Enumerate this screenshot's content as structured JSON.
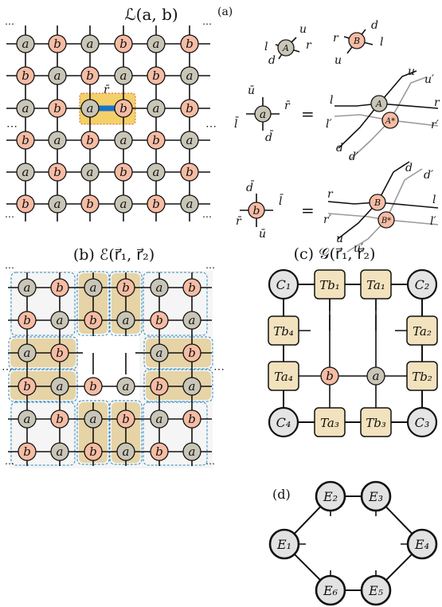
{
  "panelA": {
    "title": "ℒ(a, b)",
    "tag": "(a)",
    "cellA": "a",
    "cellB": "b",
    "rbar": "r̄",
    "tensorA": "A",
    "tensorB": "B",
    "tensorAstar": "A*",
    "tensorBstar": "B*",
    "legsA": {
      "u": "u",
      "r": "r",
      "l": "l",
      "d": "d"
    },
    "legsB": {
      "d": "d",
      "r": "r",
      "l": "l",
      "u": "u"
    },
    "eqA": {
      "ubar": "ū",
      "rbar": "r̄",
      "lbar": "l̄",
      "dbar": "d̄",
      "node": "a",
      "eq": "=",
      "l": "l",
      "lp": "l′",
      "u": "u",
      "up": "u′",
      "r": "r",
      "rp": "r′",
      "d": "d",
      "dp": "d′"
    },
    "eqB": {
      "dbar": "d̄",
      "lbar": "l̄",
      "rbar": "r̄",
      "ubar": "ū",
      "node": "b",
      "eq": "=",
      "r": "r",
      "rp": "r′",
      "d": "d",
      "dp": "d′",
      "l": "l",
      "lp": "l′",
      "u": "u",
      "up": "u′"
    }
  },
  "panelB": {
    "title": "(b) ℰ(r⃗₁, r⃗₂)"
  },
  "panelC": {
    "title": "(c) 𝒢(r⃗₁, r⃗₂)",
    "C1": "C₁",
    "C2": "C₂",
    "C3": "C₃",
    "C4": "C₄",
    "Tb1": "Tb₁",
    "Ta1": "Ta₁",
    "Ta2": "Ta₂",
    "Tb2": "Tb₂",
    "Tb3": "Tb₃",
    "Ta3": "Ta₃",
    "Ta4": "Ta₄",
    "Tb4": "Tb₄",
    "b": "b",
    "a": "a"
  },
  "panelD": {
    "title": "(d)",
    "E1": "E₁",
    "E2": "E₂",
    "E3": "E₃",
    "E4": "E₄",
    "E5": "E₅",
    "E6": "E₆"
  },
  "dots": "⋯",
  "colors": {
    "nodeA": "#c9c6b7",
    "nodeB": "#f6bca4",
    "highlight": "#f4d06a",
    "bond": "#1a73c8",
    "band": "#e6d3a6"
  }
}
